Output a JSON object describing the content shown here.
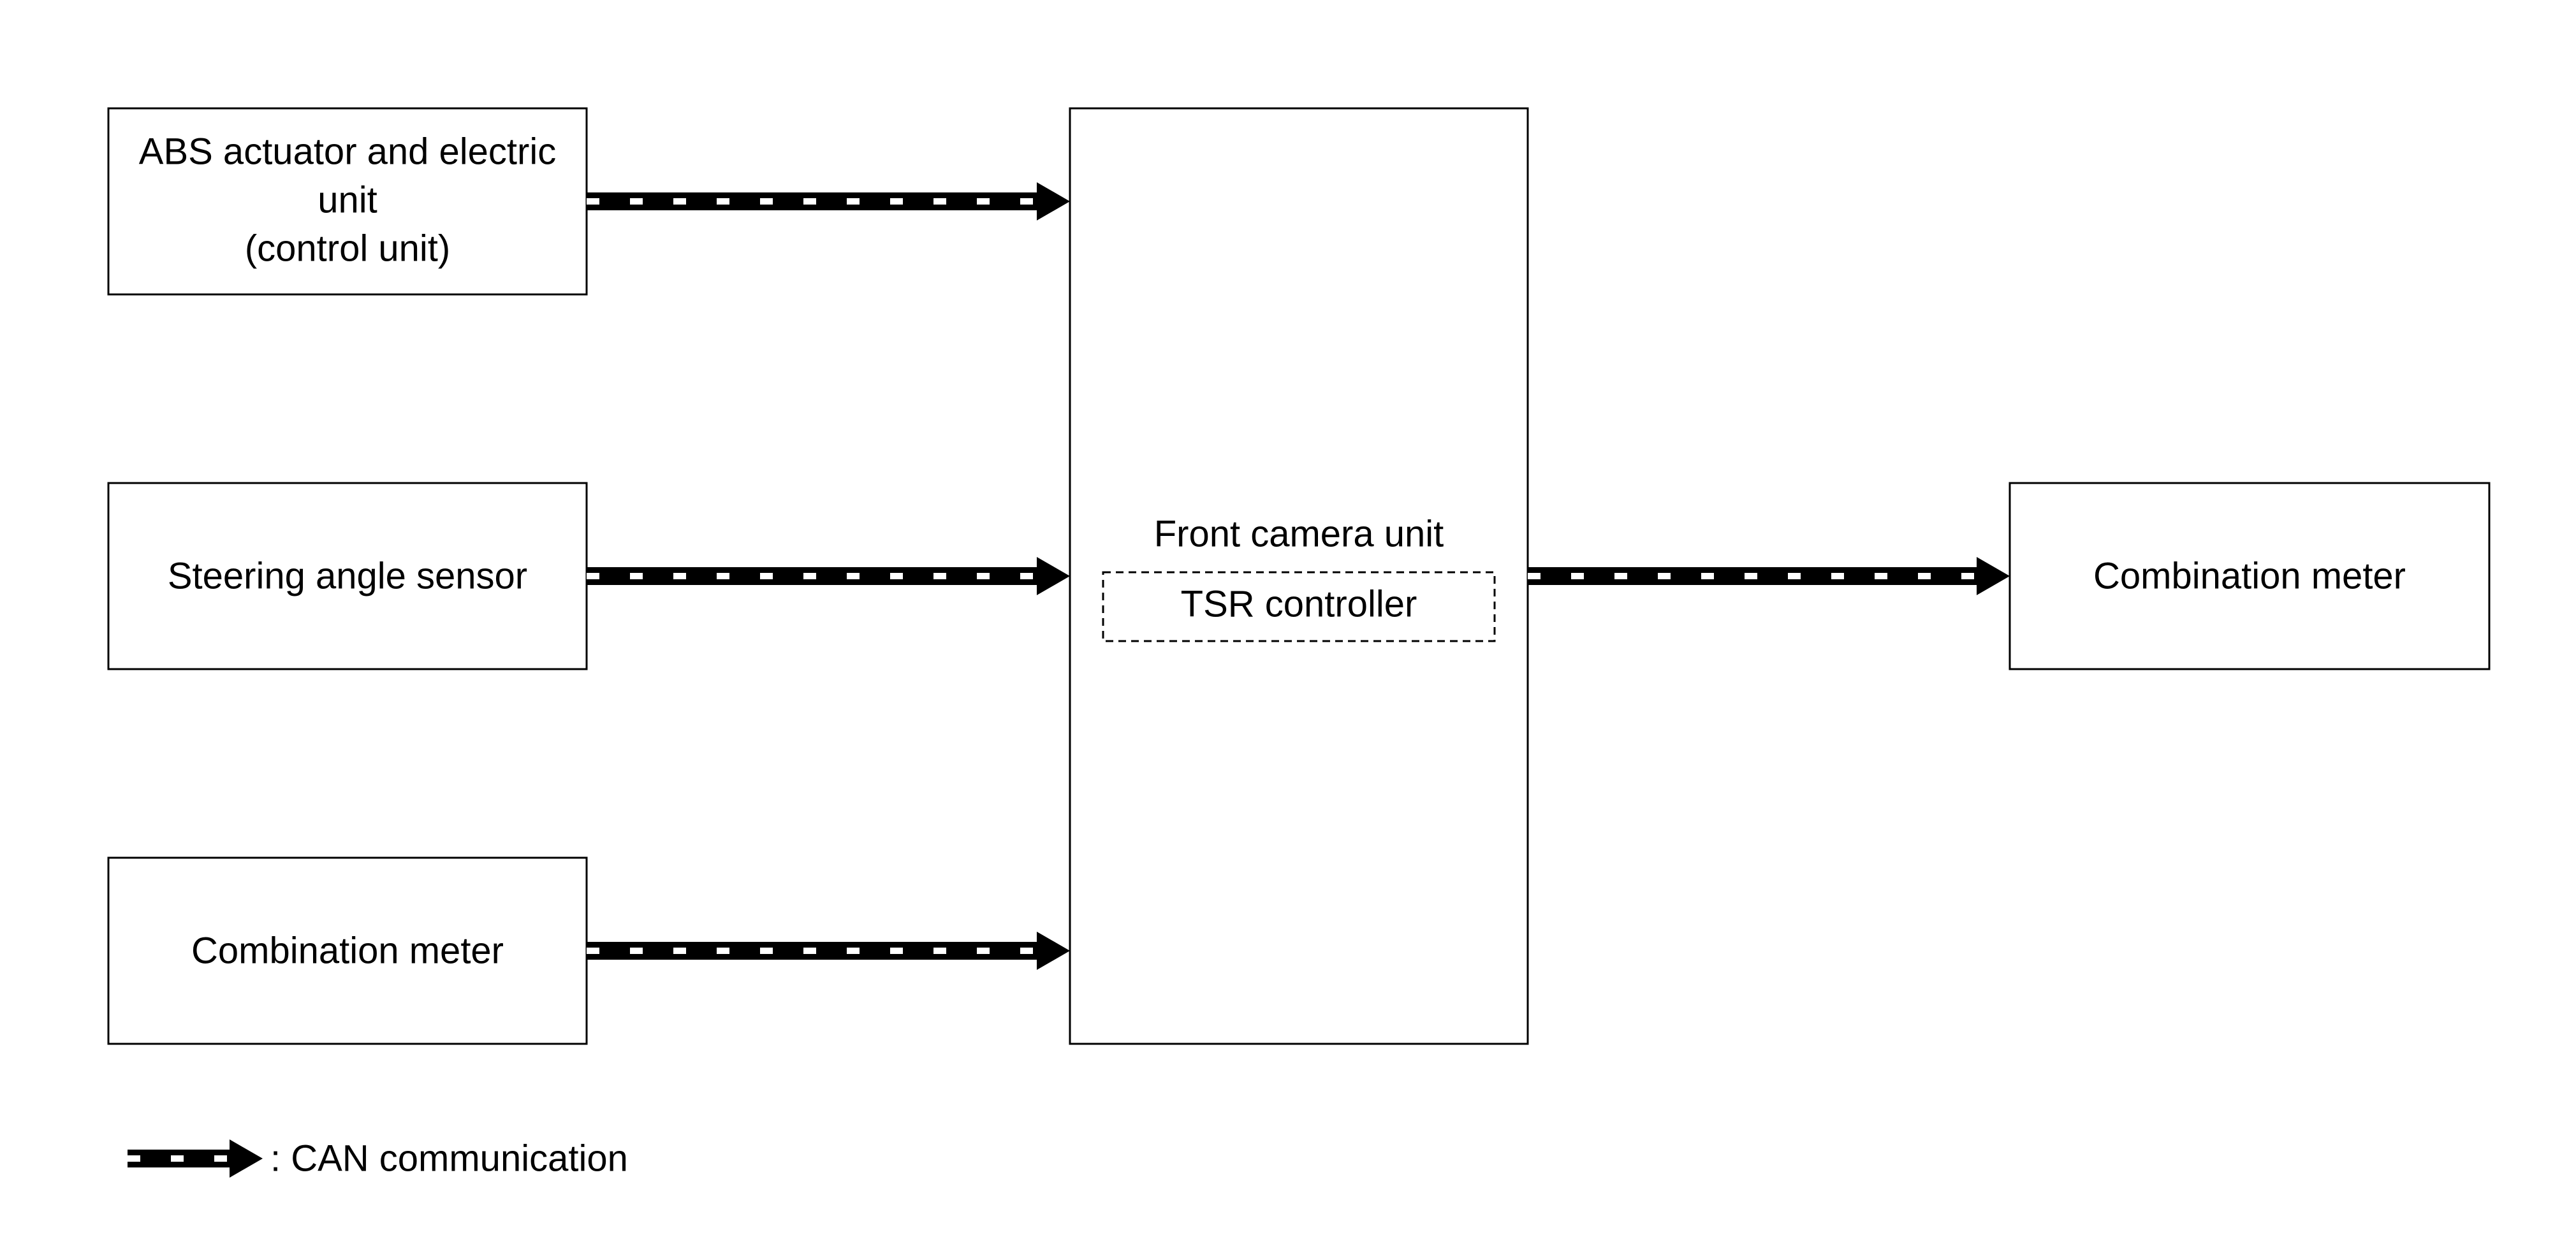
{
  "diagram": {
    "inputs": [
      {
        "id": "abs",
        "lines": [
          "ABS actuator and electric",
          "unit",
          "(control unit)"
        ]
      },
      {
        "id": "steering",
        "lines": [
          "Steering angle sensor"
        ]
      },
      {
        "id": "meter-in",
        "lines": [
          "Combination meter"
        ]
      }
    ],
    "center": {
      "title": "Front camera unit",
      "inner": "TSR controller"
    },
    "output": {
      "lines": [
        "Combination meter"
      ]
    },
    "legend": {
      "label": ": CAN communication"
    },
    "colors": {
      "stroke": "#000000",
      "background": "#ffffff"
    }
  }
}
